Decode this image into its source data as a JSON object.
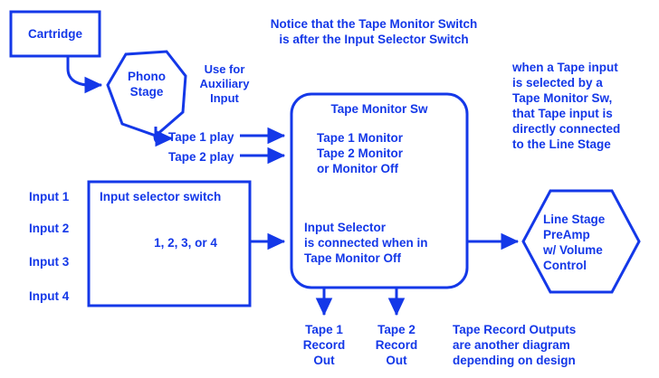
{
  "meta": {
    "title": "Preamp signal path diagram",
    "accent_color": "#1438e8",
    "background_color": "#ffffff"
  },
  "nodes": {
    "cartridge": {
      "label": "Cartridge",
      "shape": "rectangle"
    },
    "phono_stage": {
      "label": "Phono\nStage",
      "shape": "heptagon"
    },
    "input_selector": {
      "title": "Input selector switch",
      "value": "1, 2, 3, or 4",
      "shape": "rectangle"
    },
    "tape_monitor": {
      "title": "Tape Monitor Sw",
      "modes": "Tape 1 Monitor\nTape 2 Monitor\nor Monitor Off",
      "note": "Input Selector\n is connected when in\nTape Monitor Off",
      "shape": "rounded-rectangle"
    },
    "line_stage": {
      "label": "Line Stage\nPreAmp\nw/ Volume\nControl",
      "shape": "hexagon"
    }
  },
  "connectors": {
    "tape1_play": "Tape 1 play",
    "tape2_play": "Tape 2 play",
    "aux_note": "Use for\nAuxiliary\nInput"
  },
  "inputs": [
    {
      "label": "Input 1"
    },
    {
      "label": "Input 2"
    },
    {
      "label": "Input 3"
    },
    {
      "label": "Input 4"
    }
  ],
  "outputs": [
    {
      "label": "Tape 1\nRecord\nOut"
    },
    {
      "label": "Tape 2\nRecord\nOut"
    }
  ],
  "notes": {
    "top": "Notice that the Tape Monitor Switch\nis after the Input Selector Switch",
    "right": "when a Tape input\nis selected by a\nTape Monitor Sw,\nthat Tape input is\ndirectly connected\nto the Line Stage",
    "bottom_right": "Tape Record Outputs\nare another diagram\ndepending on design"
  }
}
